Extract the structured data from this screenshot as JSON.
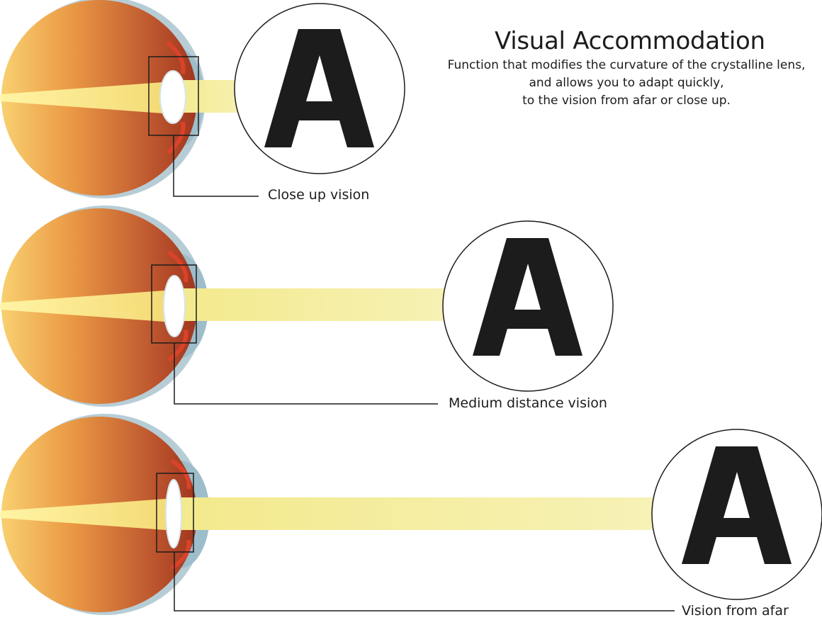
{
  "title": "Visual Accommodation",
  "subtitle_lines": [
    "Function that modifies the curvature of the crystalline lens,",
    "and allows you to adapt quickly,",
    "to the vision from afar or close up."
  ],
  "panels": [
    {
      "caption": "Close up vision",
      "target_letter": "A"
    },
    {
      "caption": "Medium distance vision",
      "target_letter": "A"
    },
    {
      "caption": "Vision from afar",
      "target_letter": "A"
    }
  ],
  "colors": {
    "eye_light": "#f7c55a",
    "eye_dark": "#a83a22",
    "cornea": "#8fb3c2",
    "light_beam": "#f4eea2",
    "lens": "#ffffff",
    "muscle": "#d9432a",
    "text": "#1c1c1c"
  }
}
